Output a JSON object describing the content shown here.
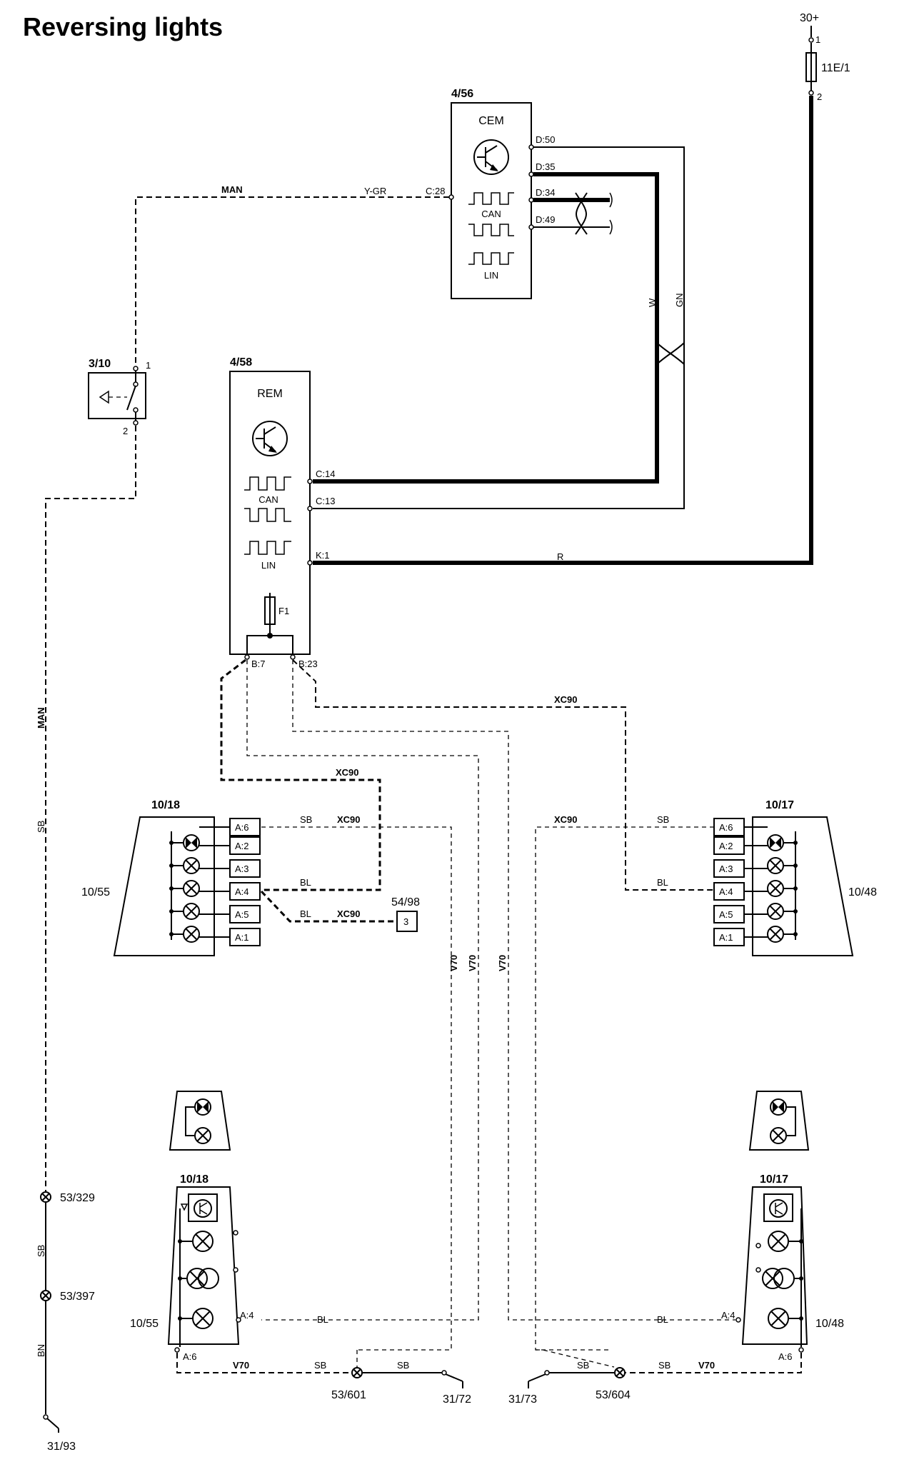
{
  "title": "Reversing lights",
  "labels": {
    "supply": "30+",
    "fuse_11e1": "11E/1",
    "fuse_pin1": "1",
    "fuse_pin2": "2",
    "cem_id": "4/56",
    "cem_name": "CEM",
    "rem_id": "4/58",
    "rem_name": "REM",
    "can": "CAN",
    "lin": "LIN",
    "fuse_f1": "F1",
    "switch_id": "3/10",
    "switch_pin1": "1",
    "switch_pin2": "2",
    "man": "MAN",
    "ygr": "Y-GR",
    "c28": "C:28",
    "d50": "D:50",
    "d35": "D:35",
    "d34": "D:34",
    "d49": "D:49",
    "w": "W",
    "gn": "GN",
    "c14": "C:14",
    "c13": "C:13",
    "k1": "K:1",
    "r": "R",
    "b7": "B:7",
    "b23": "B:23",
    "xc90": "XC90",
    "v70": "V70",
    "sb": "SB",
    "bl": "BL",
    "bn": "BN",
    "lamp_left": "10/18",
    "lamp_left_alt": "10/55",
    "lamp_right": "10/17",
    "lamp_right_alt": "10/48",
    "a6": "A:6",
    "a2": "A:2",
    "a3": "A:3",
    "a4": "A:4",
    "a5": "A:5",
    "a1": "A:1",
    "conn_5498": "54/98",
    "conn_5498_pin": "3",
    "splice_53329": "53/329",
    "splice_53397": "53/397",
    "splice_53601": "53/601",
    "splice_53604": "53/604",
    "ground_3193": "31/93",
    "ground_3172": "31/72",
    "ground_3173": "31/73"
  }
}
